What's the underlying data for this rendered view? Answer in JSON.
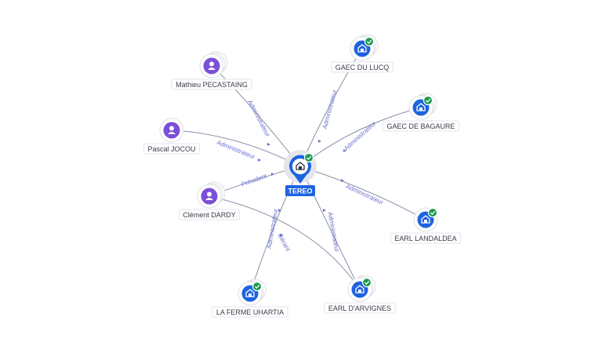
{
  "center": {
    "label": "TEREO",
    "icon": "company-icon",
    "verified": true
  },
  "nodes": [
    {
      "id": "mathieu",
      "label": "Mathieu PECASTAING",
      "kind": "person",
      "verified": false,
      "stacked": true
    },
    {
      "id": "pascal",
      "label": "Pascal JOCOU",
      "kind": "person",
      "verified": false,
      "stacked": false
    },
    {
      "id": "clement",
      "label": "Clément DARDY",
      "kind": "person",
      "verified": false,
      "stacked": true
    },
    {
      "id": "ferme",
      "label": "LA FERME UHARTIA",
      "kind": "company",
      "verified": true,
      "stacked": true
    },
    {
      "id": "arvignes",
      "label": "EARL D'ARVIGNES",
      "kind": "company",
      "verified": true,
      "stacked": true
    },
    {
      "id": "landaldea",
      "label": "EARL LANDALDEA",
      "kind": "company",
      "verified": true,
      "stacked": false
    },
    {
      "id": "bagaure",
      "label": "GAEC DE BAGAURE",
      "kind": "company",
      "verified": true,
      "stacked": true
    },
    {
      "id": "lucq",
      "label": "GAEC DU LUCQ",
      "kind": "company",
      "verified": true,
      "stacked": true
    }
  ],
  "edges": [
    {
      "from": "mathieu",
      "to": "center",
      "label": "Administrateur"
    },
    {
      "from": "pascal",
      "to": "center",
      "label": "Administrateur"
    },
    {
      "from": "clement",
      "to": "center",
      "label": "Président"
    },
    {
      "from": "clement",
      "to": "arvignes",
      "label": "Gérant"
    },
    {
      "from": "ferme",
      "to": "center",
      "label": "Administrateur"
    },
    {
      "from": "arvignes",
      "to": "center",
      "label": "Administrateur"
    },
    {
      "from": "landaldea",
      "to": "center",
      "label": "Administrateur"
    },
    {
      "from": "bagaure",
      "to": "center",
      "label": "Administrateur"
    },
    {
      "from": "lucq",
      "to": "center",
      "label": "Administrateur"
    }
  ],
  "colors": {
    "person": "#7b4fd6",
    "company": "#1e63e0",
    "verified": "#1a9a4b",
    "edge_label": "#6c6fd0"
  }
}
